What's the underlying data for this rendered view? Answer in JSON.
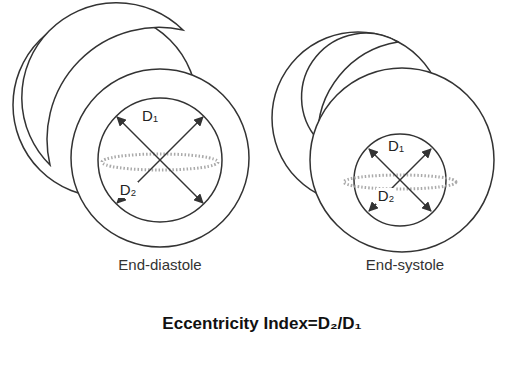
{
  "diagram": {
    "labels": [
      "D₁",
      "D₂",
      "End-diastole",
      "D₁",
      "D₂",
      "End-systole",
      "Eccentricity Index=D₂/D₁"
    ]
  }
}
